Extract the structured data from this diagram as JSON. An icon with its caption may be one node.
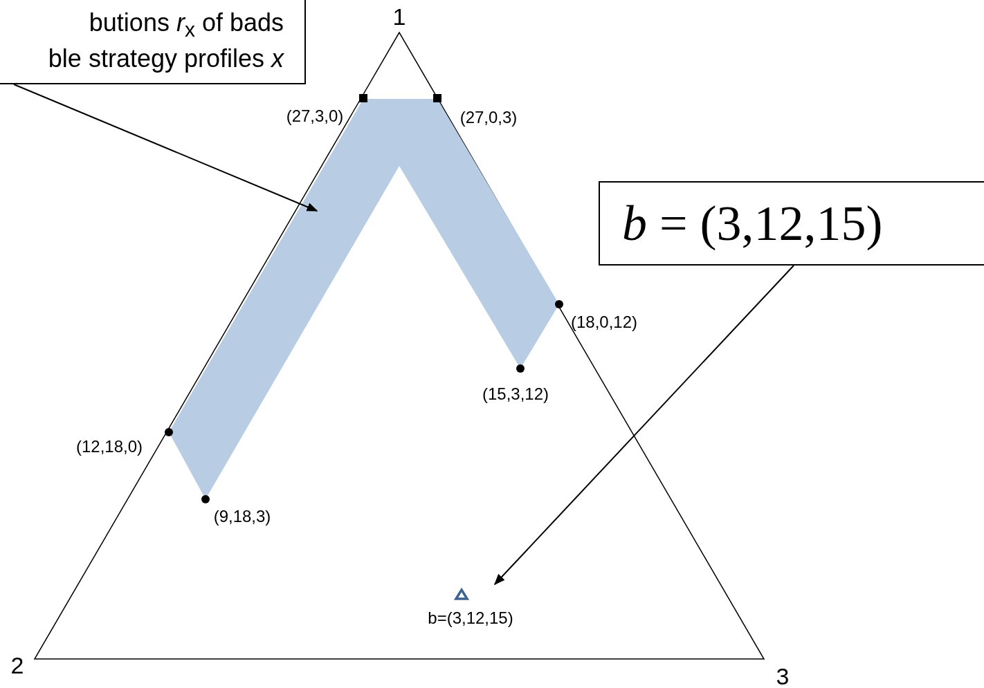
{
  "diagram": {
    "nodes": [
      {
        "text": [
          "butions *r*$_{x}$ of bads",
          "ble strategy profiles *x*"
        ]
      },
      {
        "text": [],
        "shape": "band"
      },
      {
        "text": [
          "*b* = (3,12,15)"
        ]
      },
      {
        "text": [],
        "shape": "triangle",
        "beside": [
          "b=(3,12,15)"
        ]
      }
    ],
    "edges": [
      {
        "from": 0,
        "to": 1,
        "arrow": "to"
      },
      {
        "from": 2,
        "to": 3,
        "arrow": "to"
      }
    ],
    "labels": [
      "1",
      "(27,3,0)",
      "(27,0,3)",
      "(18,0,12)",
      "(15,3,12)",
      "(12,18,0)",
      "(9,18,3)",
      "2",
      "3"
    ]
  }
}
